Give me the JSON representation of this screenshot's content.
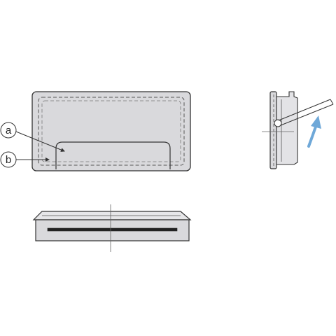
{
  "callouts": [
    {
      "id": "a",
      "text": "a"
    },
    {
      "id": "b",
      "text": "b"
    }
  ],
  "colors": {
    "housing_fill": "#d9d9dc",
    "outline": "#333333",
    "dash": "#555555",
    "arrow": "#6fa8d8",
    "center_line": "#666666"
  },
  "icons": {
    "rotation_arrow": "curved-arrow-icon"
  }
}
